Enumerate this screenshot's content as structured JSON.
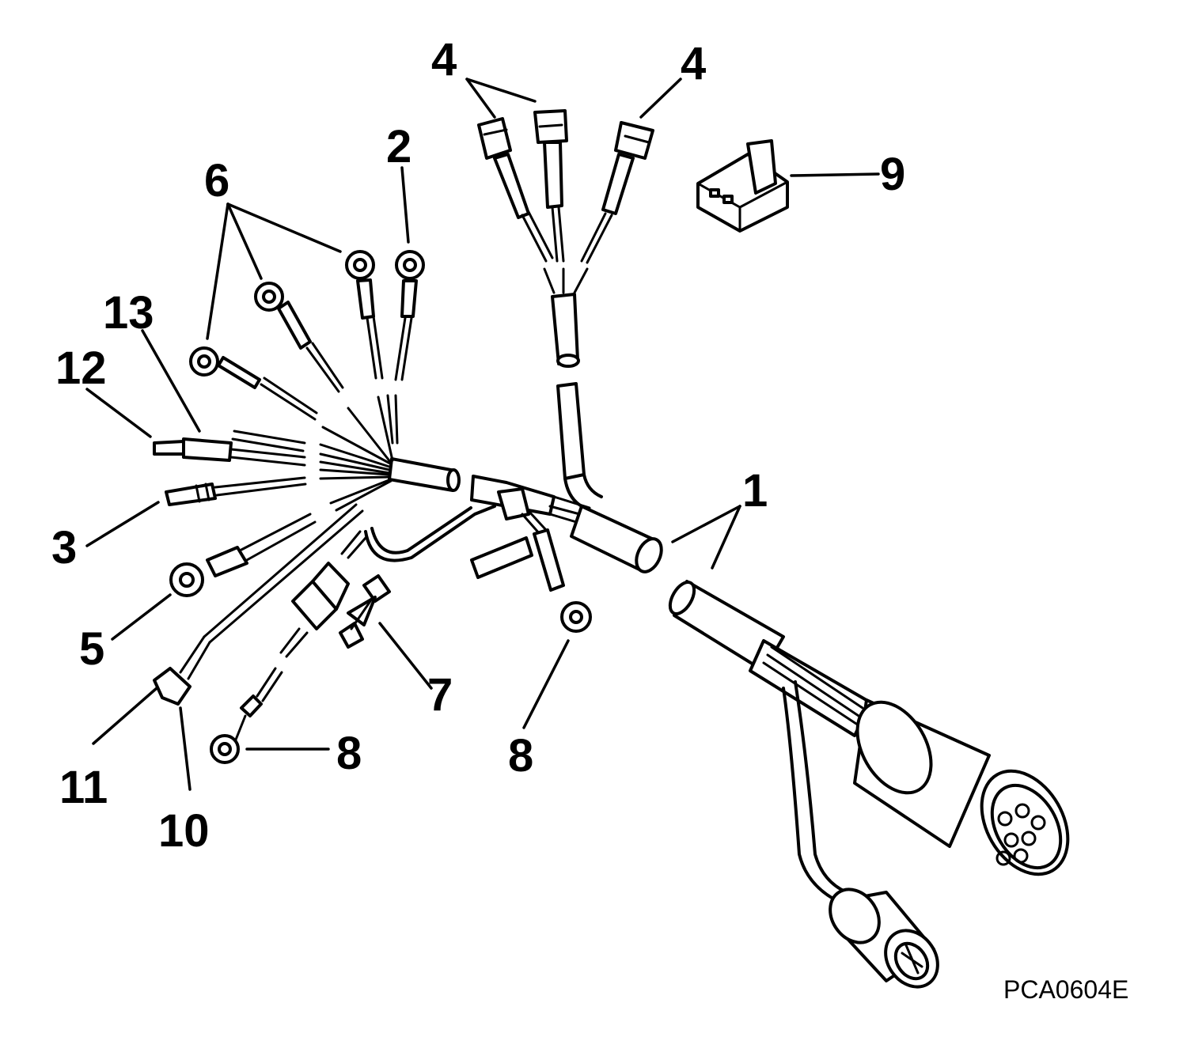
{
  "callouts": {
    "c1": "1",
    "c2": "2",
    "c3": "3",
    "c4a": "4",
    "c4b": "4",
    "c5": "5",
    "c6": "6",
    "c7": "7",
    "c8a": "8",
    "c8b": "8",
    "c9": "9",
    "c10": "10",
    "c11": "11",
    "c12": "12",
    "c13": "13"
  },
  "figure_code": "PCA0604E"
}
